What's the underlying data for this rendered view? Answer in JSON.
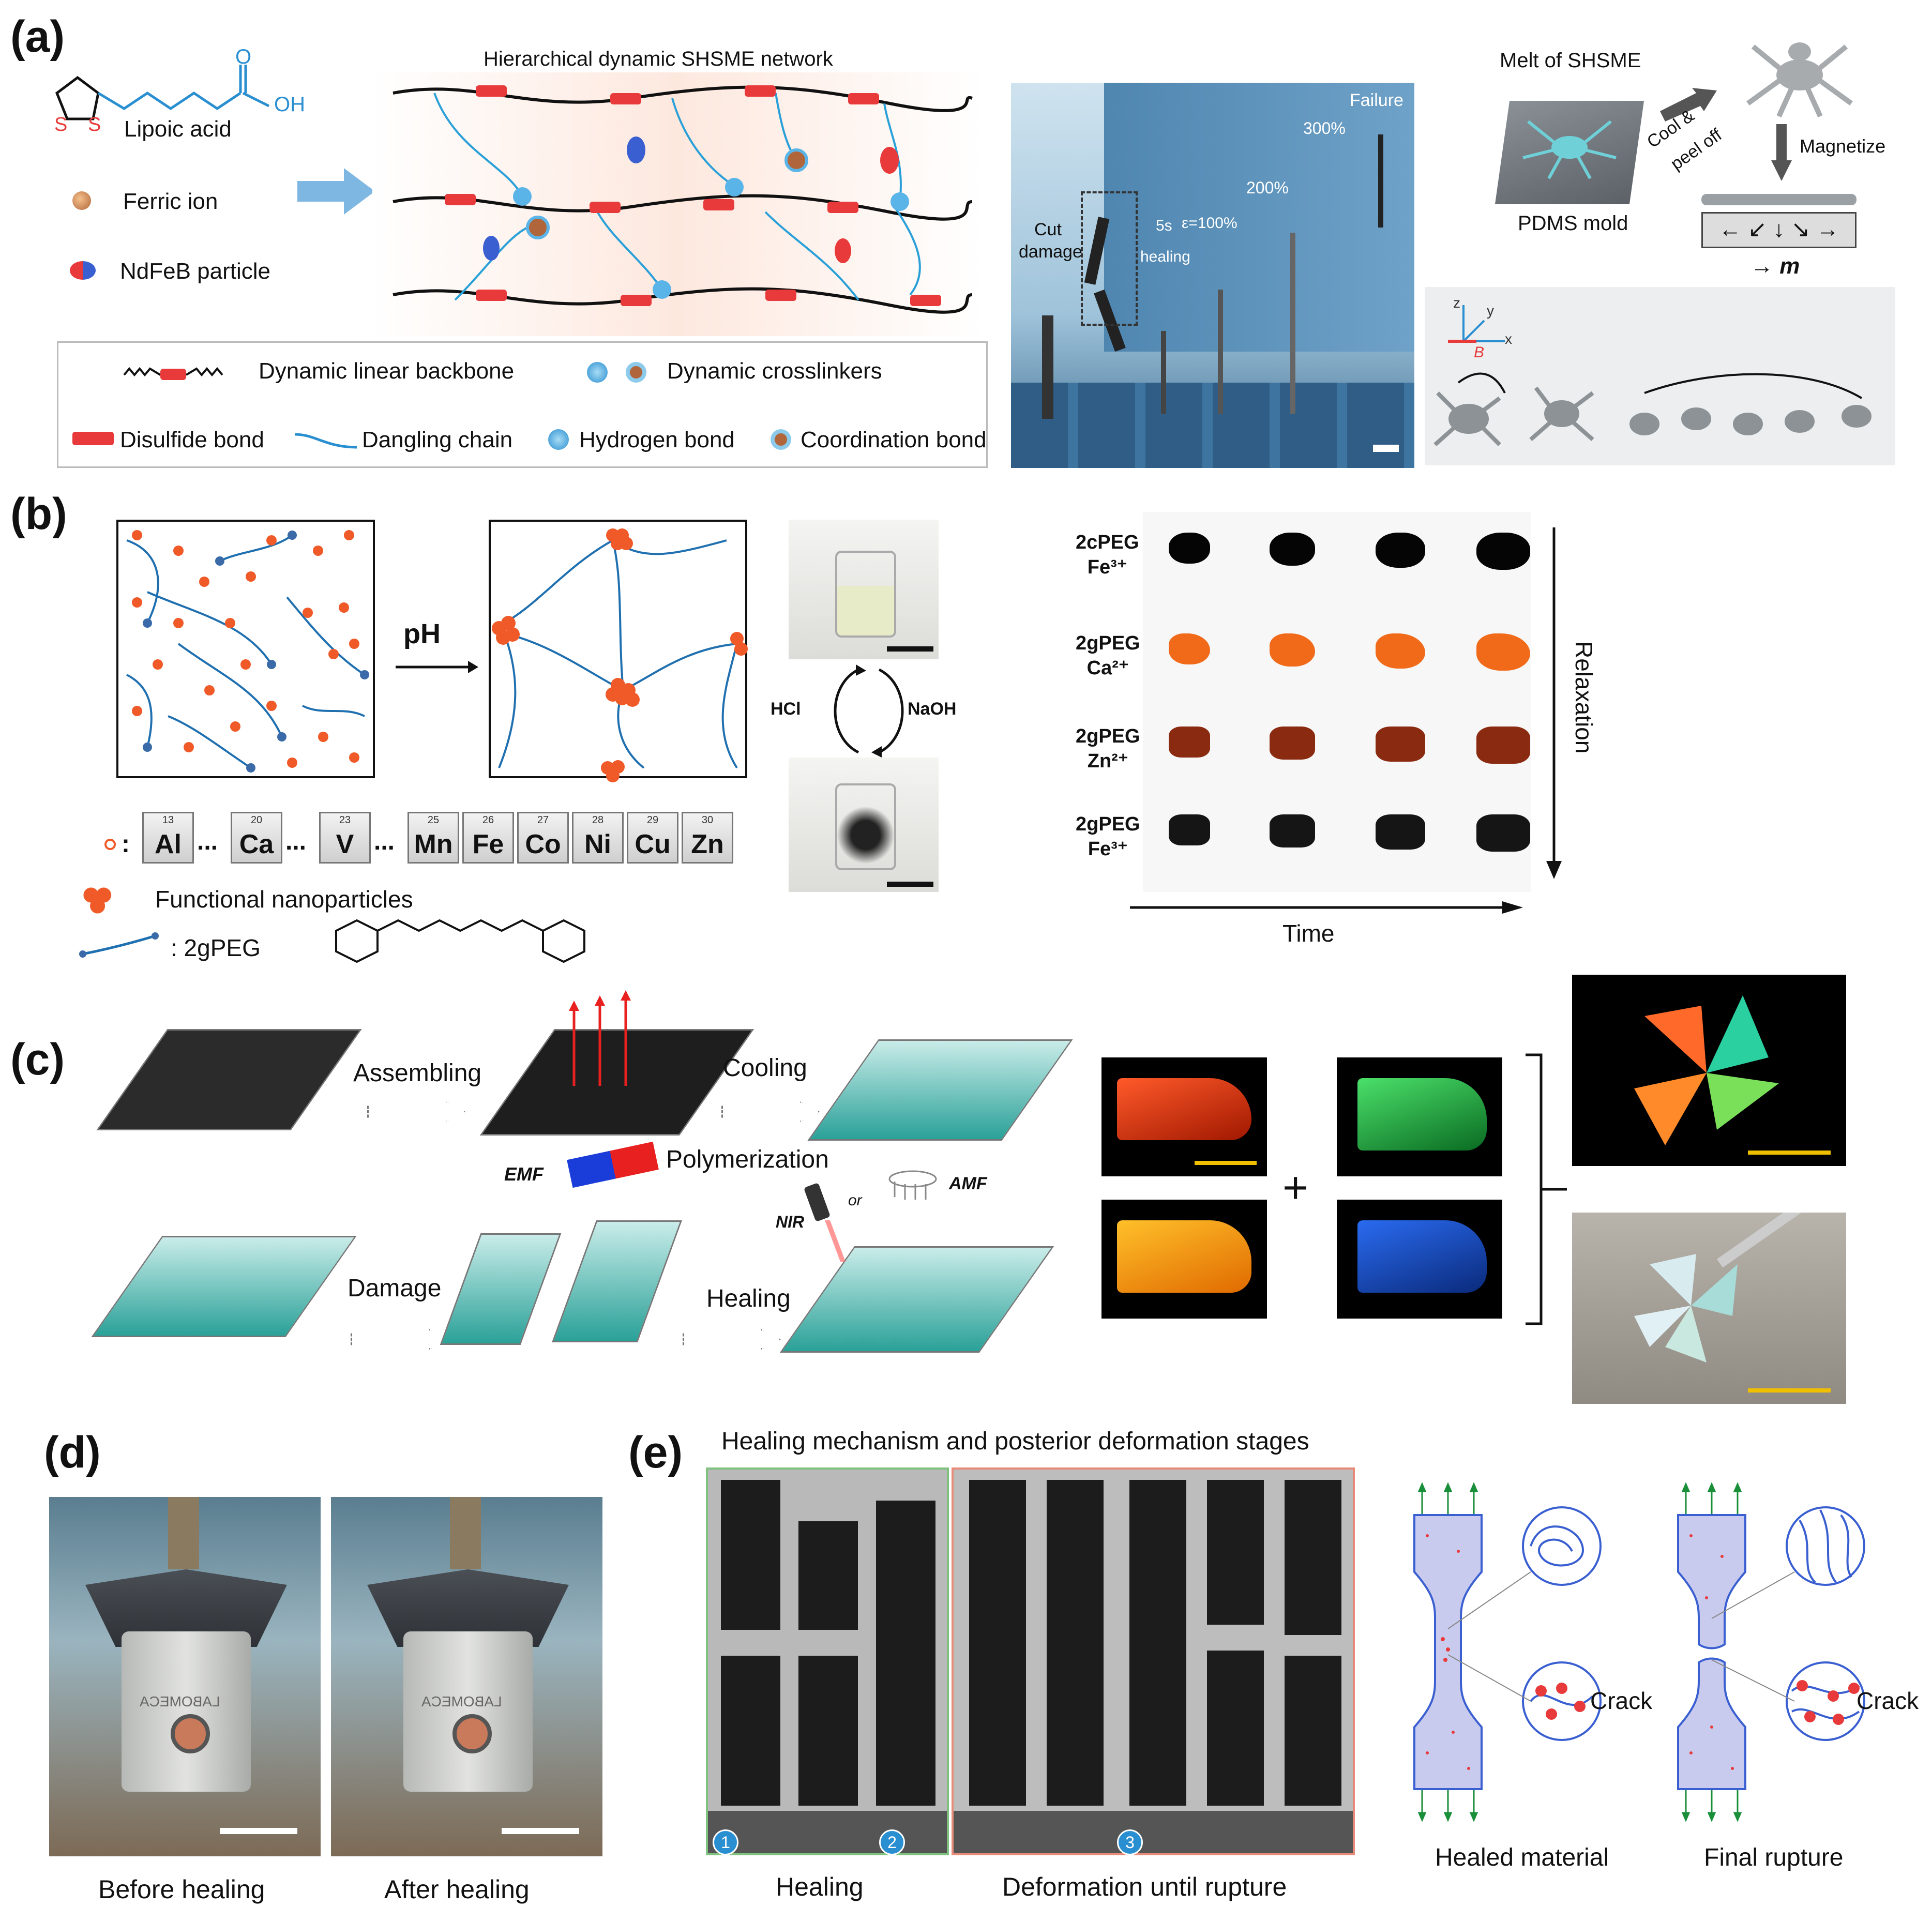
{
  "figure": {
    "colors": {
      "blue": "#2a8fd1",
      "red": "#e83a3a",
      "teal": "#2aa198",
      "orange": "#f05a28",
      "dark": "#111111"
    },
    "panel_a": {
      "letter": "(a)",
      "legend_items": {
        "lipoic_acid": "Lipoic acid",
        "oh": "OH",
        "o": "O",
        "s1": "S",
        "s2": "S",
        "ferric_ion": "Ferric ion",
        "ndfeb": "NdFeB particle"
      },
      "network_title": "Hierarchical dynamic SHSME network",
      "key": {
        "backbone": "Dynamic linear backbone",
        "crosslinkers": "Dynamic crosslinkers",
        "disulfide": "Disulfide bond",
        "dangling": "Dangling chain",
        "hydrogen": "Hydrogen bond",
        "coordination": "Coordination bond"
      },
      "photo_labels": {
        "cut": "Cut",
        "damage": "damage",
        "heal_time": "5s",
        "healing": "healing",
        "strain100": "ε=100%",
        "strain200": "200%",
        "strain300": "300%",
        "failure": "Failure"
      },
      "spider": {
        "melt": "Melt of SHSME",
        "mold": "PDMS mold",
        "cool1": "Cool &",
        "cool2": "peel off",
        "magnetize": "Magnetize",
        "m": "→ m",
        "x": "x",
        "y": "y",
        "z": "z",
        "B": "B"
      }
    },
    "panel_b": {
      "letter": "(b)",
      "ph": "pH",
      "hcl": "HCl",
      "naoh": "NaOH",
      "elements": [
        {
          "num": "13",
          "sym": "Al"
        },
        {
          "num": "20",
          "sym": "Ca"
        },
        {
          "num": "23",
          "sym": "V"
        },
        {
          "num": "25",
          "sym": "Mn"
        },
        {
          "num": "26",
          "sym": "Fe"
        },
        {
          "num": "27",
          "sym": "Co"
        },
        {
          "num": "28",
          "sym": "Ni"
        },
        {
          "num": "29",
          "sym": "Cu"
        },
        {
          "num": "30",
          "sym": "Zn"
        }
      ],
      "ellipsis": "...",
      "colon": ":",
      "nanoparticles": "Functional nanoparticles",
      "peg": ": 2gPEG",
      "rows": [
        {
          "line1": "2cPEG",
          "line2": "Fe³⁺"
        },
        {
          "line1": "2gPEG",
          "line2": "Ca²⁺"
        },
        {
          "line1": "2gPEG",
          "line2": "Zn²⁺"
        },
        {
          "line1": "2gPEG",
          "line2": "Fe³⁺"
        }
      ],
      "relaxation": "Relaxation",
      "time": "Time"
    },
    "panel_c": {
      "letter": "(c)",
      "assembling": "Assembling",
      "cooling": "Cooling",
      "emf": "EMF",
      "polymerization": "Polymerization",
      "damage": "Damage",
      "healing": "Healing",
      "nir": "NIR",
      "or": "or",
      "amf": "AMF",
      "plus": "+"
    },
    "panel_d": {
      "letter": "(d)",
      "before": "Before healing",
      "after": "After healing",
      "clamp_text": "LABOMECA"
    },
    "panel_e": {
      "letter": "(e)",
      "title": "Healing mechanism and posterior deformation stages",
      "step1": "1",
      "step2": "2",
      "step3": "3",
      "healing": "Healing",
      "deformation": "Deformation until rupture",
      "crack1": "Crack",
      "crack2": "Crack",
      "healed": "Healed material",
      "rupture": "Final rupture"
    }
  }
}
